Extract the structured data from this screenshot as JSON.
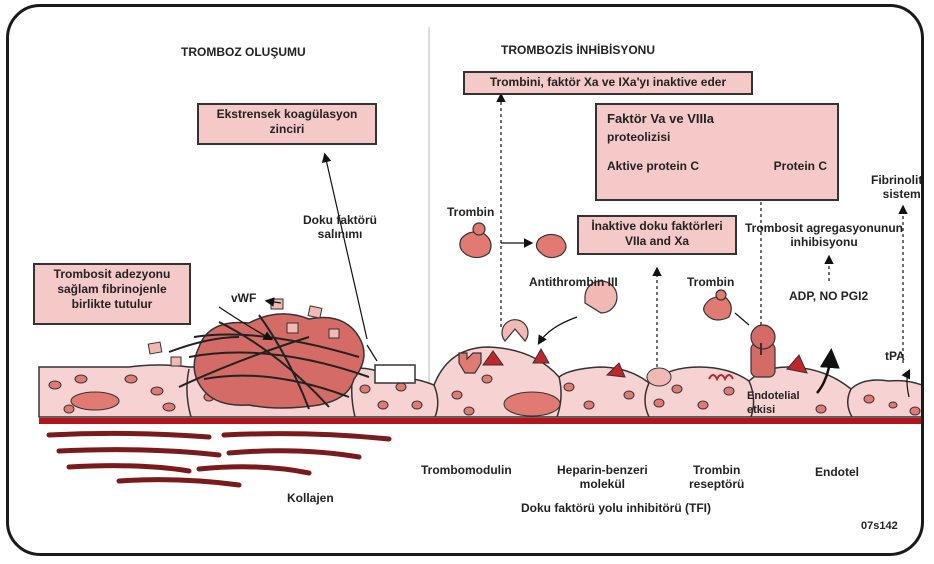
{
  "diagram": {
    "headings": {
      "left": "TROMBOZ OLUŞUMU",
      "right": "TROMBOZİS İNHİBİSYONU"
    },
    "boxes": {
      "top_inactivate": "Trombini, faktör Xa ve IXa'yı inaktive eder",
      "coag_chain_1": "Ekstrensek koagülasyon",
      "coag_chain_2": "zinciri",
      "adhesion_1": "Trombosit adezyonu",
      "adhesion_2": "sağlam fibrinojenle",
      "adhesion_3": "birlikte tutulur",
      "factor_title": "Faktör Va ve VIIIa",
      "proteolysis": "proteolizisi",
      "active_protein_c": "Aktive protein C",
      "protein_c": "Protein C",
      "inactive_tf_1": "İnaktive doku faktörleri",
      "inactive_tf_2": "VIIa and Xa"
    },
    "labels": {
      "tissue_factor_1": "Doku faktörü",
      "tissue_factor_2": "salınımı",
      "trombin_left": "Trombin",
      "vwf": "vWF",
      "antithrombin": "Antithrombin III",
      "trombin_right": "Trombin",
      "platelet_agg_1": "Trombosit agregasyonunun",
      "platelet_agg_2": "inhibisyonu",
      "adp_no": "ADP, NO PGI2",
      "fibrinolytic_1": "Fibrinolitik",
      "fibrinolytic_2": "sistem",
      "tpa": "tPA",
      "endothelial_effect_1": "Endotelial",
      "endothelial_effect_2": "etkisi",
      "thrombomodulin": "Trombomodulin",
      "heparin_1": "Heparin-benzeri",
      "heparin_2": "molekül",
      "thrombin_receptor_1": "Trombin",
      "thrombin_receptor_2": "reseptörü",
      "endothelium": "Endotel",
      "collagen": "Kollajen",
      "tfpi": "Doku faktörü yolu inhibitörü (TFI)",
      "figure_code": "07s142"
    },
    "colors": {
      "cell_fill": "#f7d2d2",
      "box_fill": "#f6c9c9",
      "dark_red": "#c0262c",
      "basement": "#b3151d",
      "thrombin_fill": "#e07a72"
    }
  }
}
